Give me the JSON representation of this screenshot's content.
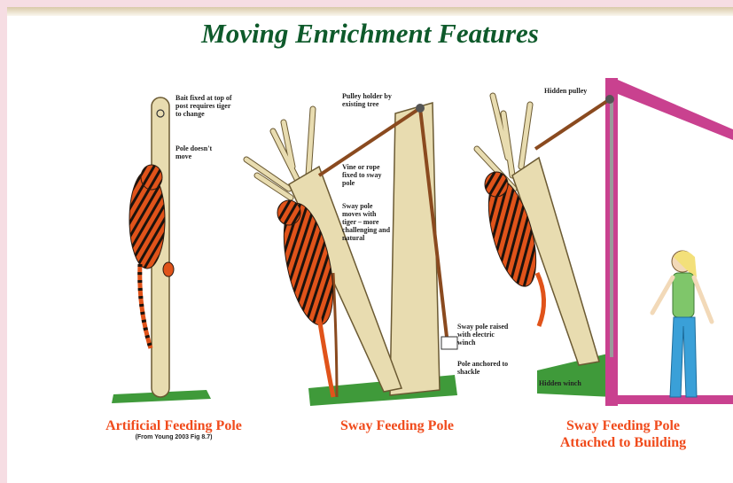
{
  "title": "Moving Enrichment Features",
  "panels": [
    {
      "caption": "Artificial Feeding Pole",
      "source": "(From Young 2003 Fig 8.7)",
      "notes": [
        "Bait fixed at top of post requires tiger to change",
        "Pole doesn't move"
      ]
    },
    {
      "caption": "Sway Feeding Pole",
      "notes": [
        "Pulley holder by existing tree",
        "Vine or rope fixed to sway pole",
        "Sway pole moves with tiger – more challenging and natural",
        "Sway pole raised with electric winch",
        "Pole anchored to shackle"
      ]
    },
    {
      "caption_line1": "Sway Feeding Pole",
      "caption_line2": "Attached to Building",
      "notes": [
        "Hidden pulley",
        "Hidden winch"
      ]
    }
  ],
  "colors": {
    "title": "#0e5a2b",
    "caption": "#f04b1c",
    "wood": "#e8dcb0",
    "rope": "#8a4a1f",
    "grass": "#3f9a3a",
    "tiger": "#e0531a",
    "building": "#c9418f"
  },
  "icons": [
    "tiger-illustration",
    "tree-illustration",
    "person-illustration"
  ]
}
